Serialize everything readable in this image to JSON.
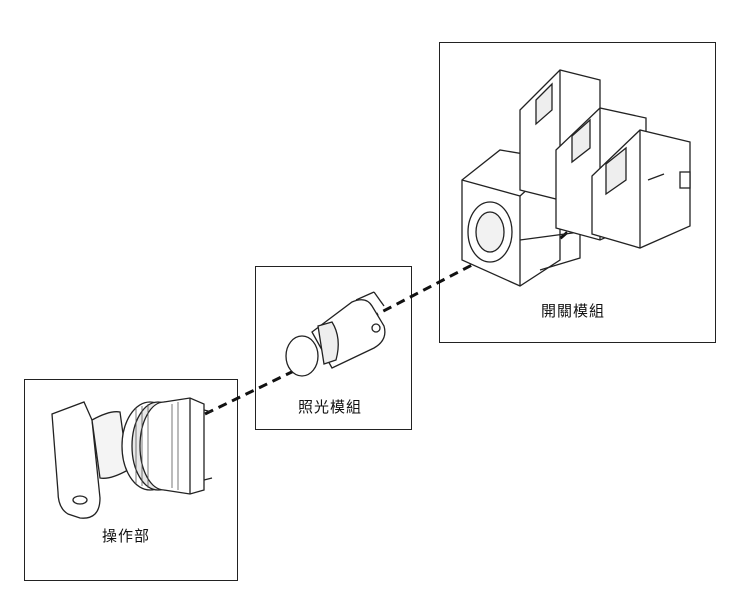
{
  "diagram": {
    "components": [
      {
        "id": "operator",
        "label": "操作部"
      },
      {
        "id": "lamp",
        "label": "照光模組"
      },
      {
        "id": "switch",
        "label": "開關模組"
      }
    ],
    "connector_style": "dashed"
  }
}
